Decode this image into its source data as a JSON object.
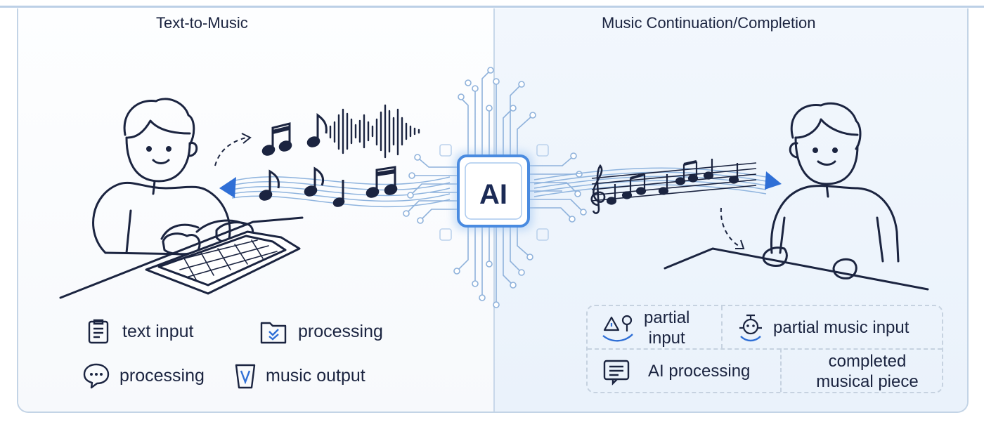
{
  "panels": {
    "left_title": "Text-to-Music",
    "right_title": "Music Continuation/Completion"
  },
  "chip": {
    "label": "AI"
  },
  "left_legend": [
    {
      "label": "text input",
      "icon": "clipboard-list-icon"
    },
    {
      "label": "processing",
      "icon": "checklist-folder-icon"
    },
    {
      "label": "processing",
      "icon": "chat-bubble-icon"
    },
    {
      "label": "music output",
      "icon": "cup-icon"
    }
  ],
  "right_legend": {
    "partial_input": {
      "line1": "partial",
      "line2": "input",
      "icon": "shapes-icon"
    },
    "partial_music_input": {
      "label": "partial music input",
      "icon": "robot-icon"
    },
    "ai_processing": {
      "label": "AI processing",
      "icon": "document-lines-icon"
    },
    "completed": {
      "line1": "completed",
      "line2": "musical piece"
    }
  },
  "colors": {
    "ink": "#1b2440",
    "accent_blue": "#2f6fd6",
    "circuit_blue": "#7fa9d8",
    "chip_border": "#4a8be0",
    "panel_border": "#c3d4e6"
  }
}
